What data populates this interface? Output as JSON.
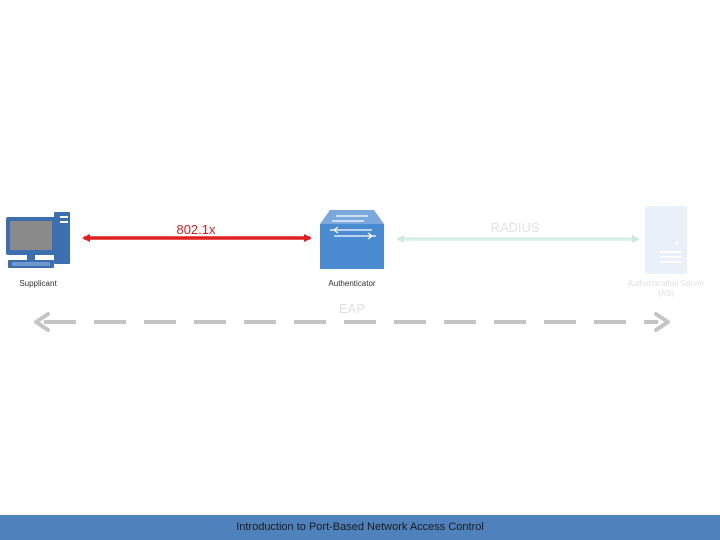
{
  "diagram": {
    "nodes": {
      "supplicant": {
        "label": "Supplicant"
      },
      "authenticator": {
        "label": "Authenticator"
      },
      "auth_server": {
        "label_line1": "Authentication Server",
        "label_line2": "(AS)"
      }
    },
    "links": {
      "dot1x": {
        "label": "802.1x"
      },
      "radius": {
        "label": "RADIUS"
      },
      "eap": {
        "label": "EAP"
      }
    }
  },
  "footer": {
    "text": "Introduction to Port-Based Network Access Control"
  },
  "colors": {
    "active_link": "#e02020",
    "faded_link": "#d8efe8",
    "faded_dash": "#bcbcbc",
    "switch_blue": "#4a8ad0",
    "footer_bar": "#4f81bd"
  }
}
